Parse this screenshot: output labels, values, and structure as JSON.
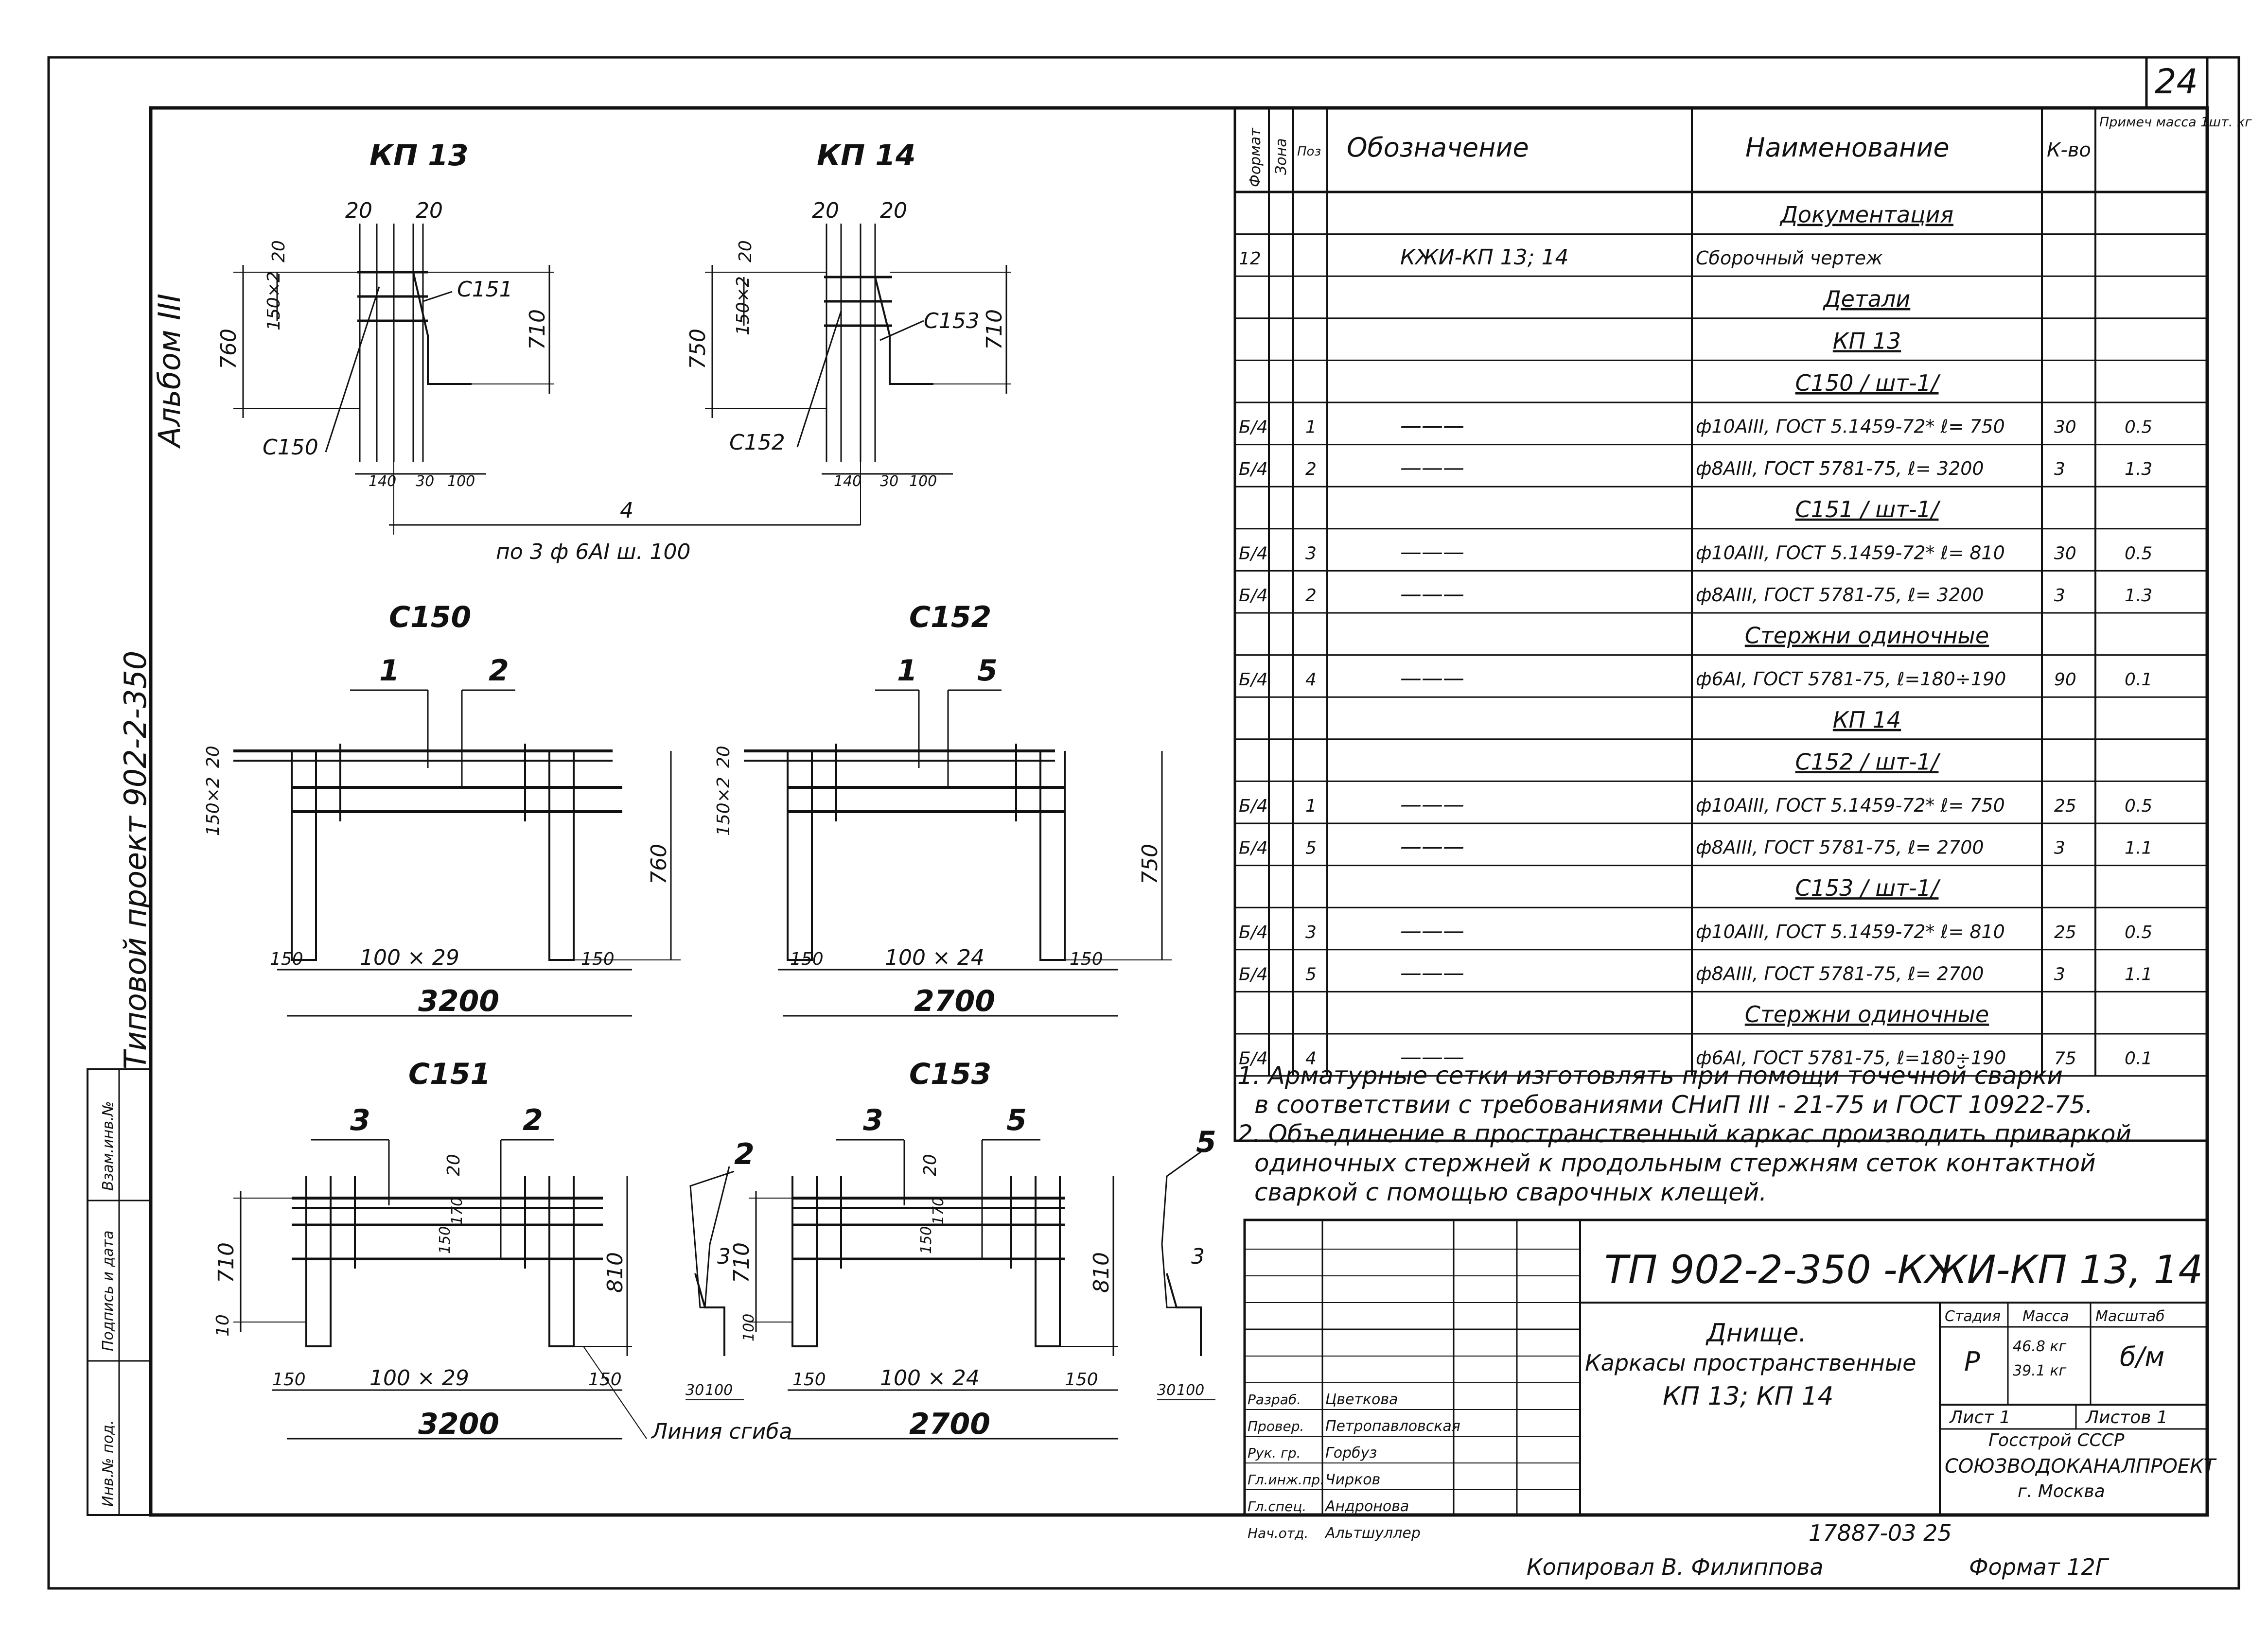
{
  "sheet_number": "24",
  "left_margin": {
    "album": "Альбом III",
    "project": "Типовой проект   902-2-350",
    "stamp_labels": [
      "Инв.№ под.",
      "Подпись и дата",
      "Взам.инв.№"
    ]
  },
  "drawings": {
    "kp13": {
      "title": "КП 13",
      "d20a": "20",
      "d20b": "20",
      "d20c": "20",
      "d150": "150×2",
      "d760": "760",
      "d710": "710",
      "c151": "С151",
      "c150": "С150",
      "d140": "140",
      "d30": "30",
      "d100": "100",
      "bottom": "4"
    },
    "kp14": {
      "title": "КП 14",
      "d20a": "20",
      "d20b": "20",
      "d20c": "20",
      "d150": "150×2",
      "d750": "750",
      "d710": "710",
      "c153": "С153",
      "c152": "С152",
      "d140": "140",
      "d30": "30",
      "d100": "100"
    },
    "note": "по 3 ф 6АI ш. 100",
    "c150": {
      "title": "С150",
      "p1": "1",
      "p2": "2",
      "d20": "20",
      "d150": "150×2",
      "d760": "760",
      "d150l": "150",
      "mid": "100 × 29",
      "d150r": "150",
      "total": "3200"
    },
    "c152": {
      "title": "С152",
      "p1": "1",
      "p5": "5",
      "d20": "20",
      "d150": "150×2",
      "d750": "750",
      "d150l": "150",
      "mid": "100 × 24",
      "d150r": "150",
      "total": "2700"
    },
    "c151": {
      "title": "С151",
      "p3": "3",
      "p2": "2",
      "d20": "20",
      "d150": "150",
      "d170": "170",
      "d710": "710",
      "d810": "810",
      "d10": "10",
      "d150l": "150",
      "mid": "100 × 29",
      "d150r": "150",
      "total": "3200",
      "side2": "2",
      "side3": "3",
      "d30": "30",
      "d100": "100",
      "d100v": "100"
    },
    "c153": {
      "title": "С153",
      "p3": "3",
      "p5": "5",
      "d20": "20",
      "d150": "150",
      "d170": "170",
      "d710": "710",
      "d810": "810",
      "d150l": "150",
      "mid": "100 × 24",
      "d150r": "150",
      "total": "2700",
      "side5": "5",
      "side3": "3",
      "d30": "30",
      "d100": "100"
    },
    "bend_label": "Линия сгиба"
  },
  "spec": {
    "headers": [
      "Формат",
      "Зона",
      "Поз",
      "Обозначение",
      "Наименование",
      "К-во",
      "Примеч масса 1шт. кг"
    ],
    "rows": [
      {
        "fmt": "",
        "zone": "",
        "pos": "",
        "desig": "",
        "name": "Документация",
        "qty": "",
        "note": "",
        "section": true
      },
      {
        "fmt": "12",
        "zone": "",
        "pos": "",
        "desig": "КЖИ-КП 13; 14",
        "name": "Сборочный чертеж",
        "qty": "",
        "note": "",
        "section": false
      },
      {
        "fmt": "",
        "zone": "",
        "pos": "",
        "desig": "",
        "name": "Детали",
        "qty": "",
        "note": "",
        "section": true
      },
      {
        "fmt": "",
        "zone": "",
        "pos": "",
        "desig": "",
        "name": "КП 13",
        "qty": "",
        "note": "",
        "section": true
      },
      {
        "fmt": "",
        "zone": "",
        "pos": "",
        "desig": "",
        "name": "С150 / шт-1/",
        "qty": "",
        "note": "",
        "section": true
      },
      {
        "fmt": "Б/4",
        "zone": "",
        "pos": "1",
        "desig": "———",
        "name": "ф10АIII, ГОСТ 5.1459-72* ℓ= 750",
        "qty": "30",
        "note": "0.5",
        "section": false
      },
      {
        "fmt": "Б/4",
        "zone": "",
        "pos": "2",
        "desig": "———",
        "name": "ф8АIII, ГОСТ 5781-75, ℓ= 3200",
        "qty": "3",
        "note": "1.3",
        "section": false
      },
      {
        "fmt": "",
        "zone": "",
        "pos": "",
        "desig": "",
        "name": "С151 / шт-1/",
        "qty": "",
        "note": "",
        "section": true
      },
      {
        "fmt": "Б/4",
        "zone": "",
        "pos": "3",
        "desig": "———",
        "name": "ф10АIII, ГОСТ 5.1459-72* ℓ= 810",
        "qty": "30",
        "note": "0.5",
        "section": false
      },
      {
        "fmt": "Б/4",
        "zone": "",
        "pos": "2",
        "desig": "———",
        "name": "ф8АIII, ГОСТ 5781-75, ℓ= 3200",
        "qty": "3",
        "note": "1.3",
        "section": false
      },
      {
        "fmt": "",
        "zone": "",
        "pos": "",
        "desig": "",
        "name": "Стержни одиночные",
        "qty": "",
        "note": "",
        "section": true
      },
      {
        "fmt": "Б/4",
        "zone": "",
        "pos": "4",
        "desig": "———",
        "name": "ф6АI, ГОСТ 5781-75, ℓ=180÷190",
        "qty": "90",
        "note": "0.1",
        "section": false
      },
      {
        "fmt": "",
        "zone": "",
        "pos": "",
        "desig": "",
        "name": "КП 14",
        "qty": "",
        "note": "",
        "section": true
      },
      {
        "fmt": "",
        "zone": "",
        "pos": "",
        "desig": "",
        "name": "С152 / шт-1/",
        "qty": "",
        "note": "",
        "section": true
      },
      {
        "fmt": "Б/4",
        "zone": "",
        "pos": "1",
        "desig": "———",
        "name": "ф10АIII, ГОСТ 5.1459-72* ℓ= 750",
        "qty": "25",
        "note": "0.5",
        "section": false
      },
      {
        "fmt": "Б/4",
        "zone": "",
        "pos": "5",
        "desig": "———",
        "name": "ф8АIII, ГОСТ 5781-75, ℓ= 2700",
        "qty": "3",
        "note": "1.1",
        "section": false
      },
      {
        "fmt": "",
        "zone": "",
        "pos": "",
        "desig": "",
        "name": "С153 / шт-1/",
        "qty": "",
        "note": "",
        "section": true
      },
      {
        "fmt": "Б/4",
        "zone": "",
        "pos": "3",
        "desig": "———",
        "name": "ф10АIII, ГОСТ 5.1459-72* ℓ= 810",
        "qty": "25",
        "note": "0.5",
        "section": false
      },
      {
        "fmt": "Б/4",
        "zone": "",
        "pos": "5",
        "desig": "———",
        "name": "ф8АIII, ГОСТ 5781-75, ℓ= 2700",
        "qty": "3",
        "note": "1.1",
        "section": false
      },
      {
        "fmt": "",
        "zone": "",
        "pos": "",
        "desig": "",
        "name": "Стержни одиночные",
        "qty": "",
        "note": "",
        "section": true
      },
      {
        "fmt": "Б/4",
        "zone": "",
        "pos": "4",
        "desig": "———",
        "name": "ф6АI, ГОСТ 5781-75, ℓ=180÷190",
        "qty": "75",
        "note": "0.1",
        "section": false
      }
    ]
  },
  "notes": [
    "1. Арматурные сетки изготовлять при помощи точечной сварки",
    "в соответствии с требованиями СНиП III - 21-75 и ГОСТ 10922-75.",
    "2. Объединение в пространственный каркас производить приваркой",
    "одиночных стержней к продольным стержням сеток контактной",
    "сваркой с помощью сварочных клещей."
  ],
  "title_block": {
    "code": "ТП 902-2-350  -КЖИ-КП 13, 14",
    "name_lines": [
      "Днище.",
      "Каркасы пространственные",
      "КП 13;  КП 14"
    ],
    "stage_label": "Стадия",
    "mass_label": "Масса",
    "scale_label": "Масштаб",
    "stage": "Р",
    "mass1": "46.8 кг",
    "mass2": "39.1 кг",
    "scale": "б/м",
    "sheet_label": "Лист  1",
    "sheets_label": "Листов  1",
    "org1": "Госстрой СССР",
    "org2": "СОЮЗВОДОКАНАЛПРОЕКТ",
    "org3": "г. Москва",
    "people": [
      {
        "role": "Разраб.",
        "name": "Цветкова"
      },
      {
        "role": "Провер.",
        "name": "Петропавловская"
      },
      {
        "role": "Рук. гр.",
        "name": "Горбуз"
      },
      {
        "role": "Гл.инж.пр.",
        "name": "Чирков"
      },
      {
        "role": "Гл.спец.",
        "name": "Андронова"
      },
      {
        "role": "Нач.отд.",
        "name": "Альтшуллер"
      }
    ]
  },
  "footer": {
    "inv": "17887-03  25",
    "copied": "Копировал  В. Филиппова",
    "format": "Формат  12Г"
  }
}
